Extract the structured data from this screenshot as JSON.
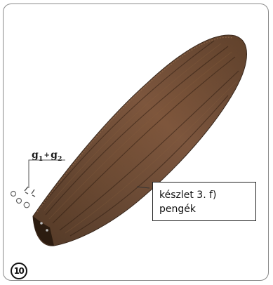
{
  "hardware_label": {
    "base": "g",
    "sub1": "1",
    "plus": "+",
    "base2": "g",
    "sub2": "2"
  },
  "callout": {
    "line1": "készlet 3. f)",
    "line2": "pengék"
  },
  "step": {
    "number": "10"
  },
  "colors": {
    "blade_dark": "#3a2416",
    "blade_mid": "#5a3a26",
    "blade_light": "#7a5236",
    "frame_border": "#8a8a8a"
  }
}
